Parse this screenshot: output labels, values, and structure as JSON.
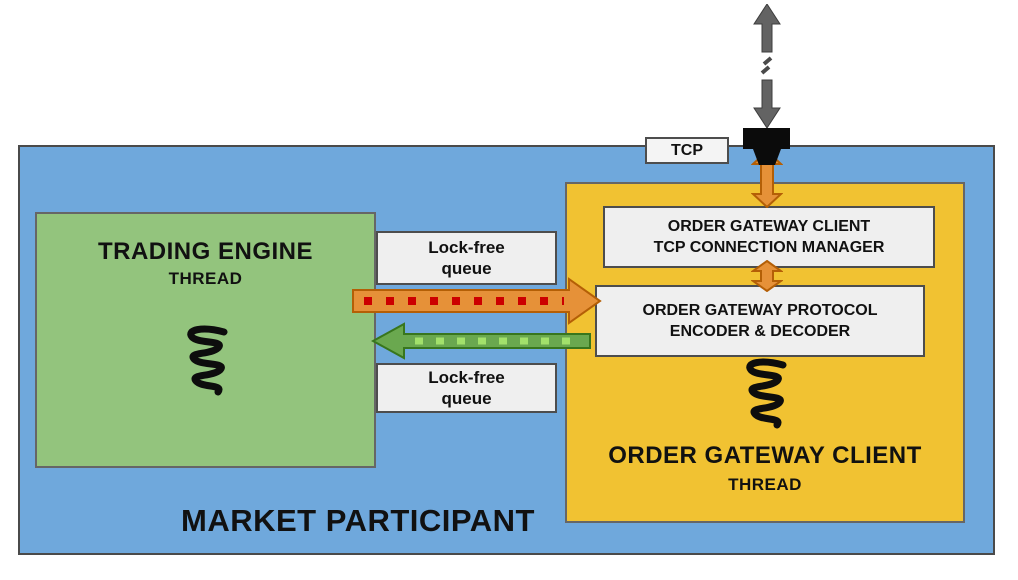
{
  "market_participant": {
    "label": "MARKET PARTICIPANT"
  },
  "trading_engine": {
    "title": "TRADING ENGINE",
    "subtitle": "THREAD"
  },
  "order_gateway_client_thread": {
    "title": "ORDER GATEWAY CLIENT",
    "subtitle": "THREAD"
  },
  "tcp_connection_manager": {
    "line1": "ORDER GATEWAY CLIENT",
    "line2": "TCP CONNECTION MANAGER"
  },
  "protocol_encoder_decoder": {
    "line1": "ORDER GATEWAY PROTOCOL",
    "line2": "ENCODER & DECODER"
  },
  "lock_free_queue_top": {
    "line1": "Lock-free",
    "line2": "queue"
  },
  "lock_free_queue_bottom": {
    "line1": "Lock-free",
    "line2": "queue"
  },
  "tcp": {
    "label": "TCP"
  },
  "icons": {
    "trading_engine_thread": "thread-squiggle-icon",
    "gateway_thread": "thread-squiggle-icon",
    "network_link": "network-up-down-arrow-icon",
    "tcp_socket": "plug-icon"
  },
  "colors": {
    "container_blue": "#6fa8dc",
    "engine_green": "#93c47d",
    "gateway_yellow": "#f1c232",
    "box_gray": "#efefef",
    "arrow_orange": "#e69138",
    "arrow_orange_border": "#b45f06",
    "arrow_green": "#6aa84f",
    "arrow_green_border": "#38761d",
    "dot_red": "#cc0000",
    "dot_light_green": "#a2e16b",
    "network_gray": "#636363",
    "plug_black": "#0b0b0b"
  }
}
